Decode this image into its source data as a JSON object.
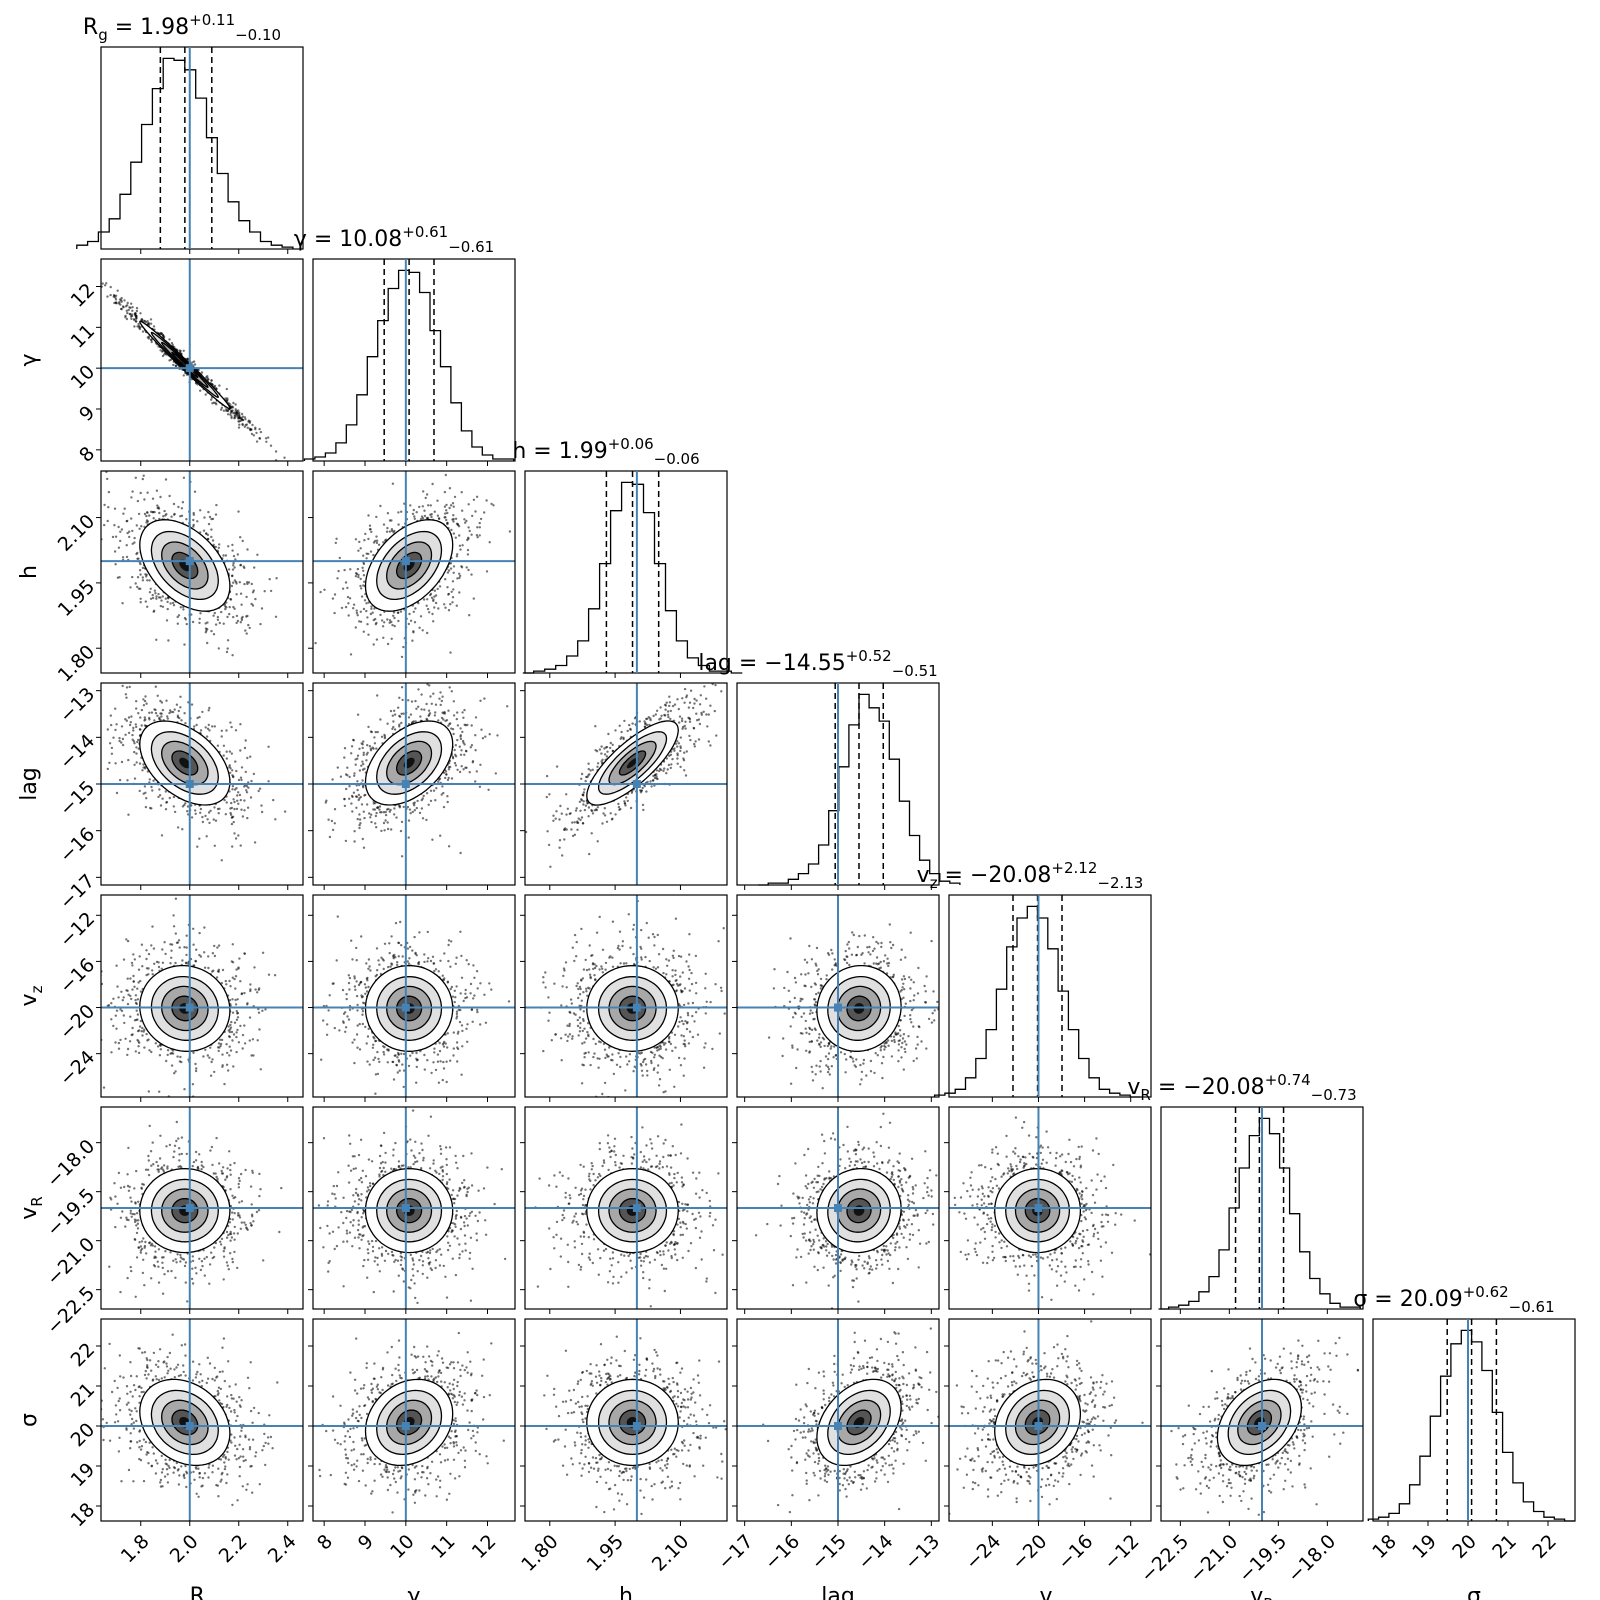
{
  "chart_data": {
    "type": "corner",
    "params": [
      {
        "key": "Rg",
        "label": "R",
        "label_sub": "g",
        "ticks": [
          1.8,
          2.0,
          2.2,
          2.4
        ],
        "tick_labels": [
          "1.8",
          "2.0",
          "2.2",
          "2.4"
        ],
        "range": [
          1.65,
          2.45
        ],
        "truth": 2.0,
        "title": {
          "name": "R",
          "name_sub": "g",
          "median": "1.98",
          "plus": "+0.11",
          "minus": "−0.10"
        },
        "quantiles": [
          1.88,
          1.98,
          2.09
        ],
        "hist": [
          2,
          4,
          9,
          16,
          29,
          46,
          66,
          85,
          101,
          100,
          95,
          80,
          59,
          40,
          25,
          15,
          9,
          4,
          2,
          1
        ]
      },
      {
        "key": "gamma",
        "label": "γ",
        "label_sub": "",
        "ticks": [
          8,
          9,
          10,
          11,
          12
        ],
        "tick_labels": [
          "8",
          "9",
          "10",
          "11",
          "12"
        ],
        "range": [
          7.8,
          12.6
        ],
        "truth": 10.0,
        "title": {
          "name": "γ",
          "name_sub": "",
          "median": "10.08",
          "plus": "+0.61",
          "minus": "−0.61"
        },
        "quantiles": [
          9.47,
          10.08,
          10.69
        ],
        "hist": [
          1,
          2,
          4,
          9,
          18,
          33,
          52,
          70,
          86,
          95,
          94,
          84,
          65,
          47,
          29,
          15,
          7,
          3,
          1,
          1
        ]
      },
      {
        "key": "h",
        "label": "h",
        "label_sub": "",
        "ticks": [
          1.8,
          1.95,
          2.1
        ],
        "tick_labels": [
          "1.80",
          "1.95",
          "2.10"
        ],
        "range": [
          1.75,
          2.2
        ],
        "truth": 2.0,
        "title": {
          "name": "h",
          "name_sub": "",
          "median": "1.99",
          "plus": "+0.06",
          "minus": "−0.06"
        },
        "quantiles": [
          1.93,
          1.99,
          2.05
        ],
        "hist": [
          0,
          1,
          2,
          4,
          9,
          17,
          34,
          58,
          86,
          101,
          100,
          85,
          58,
          33,
          17,
          8,
          4,
          1,
          1,
          0
        ]
      },
      {
        "key": "lag",
        "label": "lag",
        "label_sub": "",
        "ticks": [
          -17,
          -16,
          -15,
          -14,
          -13
        ],
        "tick_labels": [
          "−17",
          "−16",
          "−15",
          "−14",
          "−13"
        ],
        "range": [
          -17.1,
          -12.9
        ],
        "truth": -15.0,
        "title": {
          "name": "lag",
          "name_sub": "",
          "median": "−14.55",
          "plus": "+0.52",
          "minus": "−0.51"
        },
        "quantiles": [
          -15.06,
          -14.55,
          -14.03
        ],
        "hist": [
          0,
          1,
          1,
          3,
          6,
          11,
          21,
          39,
          62,
          84,
          100,
          93,
          86,
          66,
          44,
          26,
          13,
          6,
          2,
          1
        ]
      },
      {
        "key": "vz",
        "label": "v",
        "label_sub": "z",
        "ticks": [
          -24,
          -20,
          -16,
          -12
        ],
        "tick_labels": [
          "−24",
          "−20",
          "−16",
          "−12"
        ],
        "range": [
          -27.5,
          -10.5
        ],
        "truth": -20.0,
        "title": {
          "name": "v",
          "name_sub": "z",
          "median": "−20.08",
          "plus": "+2.12",
          "minus": "−2.13"
        },
        "quantiles": [
          -22.21,
          -20.08,
          -17.96
        ],
        "hist": [
          1,
          2,
          4,
          10,
          20,
          35,
          56,
          78,
          93,
          99,
          93,
          77,
          55,
          35,
          20,
          10,
          4,
          2,
          1,
          0
        ]
      },
      {
        "key": "vR",
        "label": "v",
        "label_sub": "R",
        "ticks": [
          -22.5,
          -21.0,
          -19.5,
          -18.0
        ],
        "tick_labels": [
          "−22.5",
          "−21.0",
          "−19.5",
          "−18.0"
        ],
        "range": [
          -23.0,
          -17.0
        ],
        "truth": -20.0,
        "title": {
          "name": "v",
          "name_sub": "R",
          "median": "−20.08",
          "plus": "+0.74",
          "minus": "−0.73"
        },
        "quantiles": [
          -20.81,
          -20.08,
          -19.34
        ],
        "hist": [
          0,
          1,
          2,
          4,
          9,
          17,
          31,
          53,
          74,
          91,
          100,
          92,
          74,
          50,
          30,
          16,
          8,
          3,
          1,
          1
        ]
      },
      {
        "key": "sigma",
        "label": "σ",
        "label_sub": "",
        "ticks": [
          18,
          19,
          20,
          21,
          22
        ],
        "tick_labels": [
          "18",
          "19",
          "20",
          "21",
          "22"
        ],
        "range": [
          17.7,
          22.6
        ],
        "truth": 20.0,
        "title": {
          "name": "σ",
          "name_sub": "",
          "median": "20.09",
          "plus": "+0.62",
          "minus": "−0.61"
        },
        "quantiles": [
          19.48,
          20.09,
          20.71
        ],
        "hist": [
          1,
          2,
          4,
          9,
          19,
          34,
          55,
          76,
          93,
          100,
          94,
          79,
          57,
          36,
          20,
          10,
          5,
          2,
          1,
          0
        ]
      }
    ],
    "correlations": [
      [
        1,
        -0.99,
        -0.45,
        -0.45,
        -0.05,
        0.0,
        -0.25
      ],
      [
        -0.99,
        1,
        0.45,
        0.45,
        0.0,
        0.0,
        0.2
      ],
      [
        -0.45,
        0.45,
        1,
        0.78,
        0.0,
        0.0,
        0.0
      ],
      [
        -0.45,
        0.45,
        0.78,
        1,
        0.05,
        0.05,
        0.35
      ],
      [
        -0.05,
        0.0,
        0.0,
        0.05,
        1,
        0.0,
        0.2
      ],
      [
        0.0,
        0.0,
        0.0,
        0.05,
        0.0,
        1,
        0.35
      ],
      [
        -0.25,
        0.2,
        0.0,
        0.35,
        0.2,
        0.35,
        1
      ]
    ],
    "grid": false,
    "colors": {
      "truth": "#4682b4",
      "hist": "#000000",
      "density": "#000000",
      "axis": "#000000"
    }
  }
}
